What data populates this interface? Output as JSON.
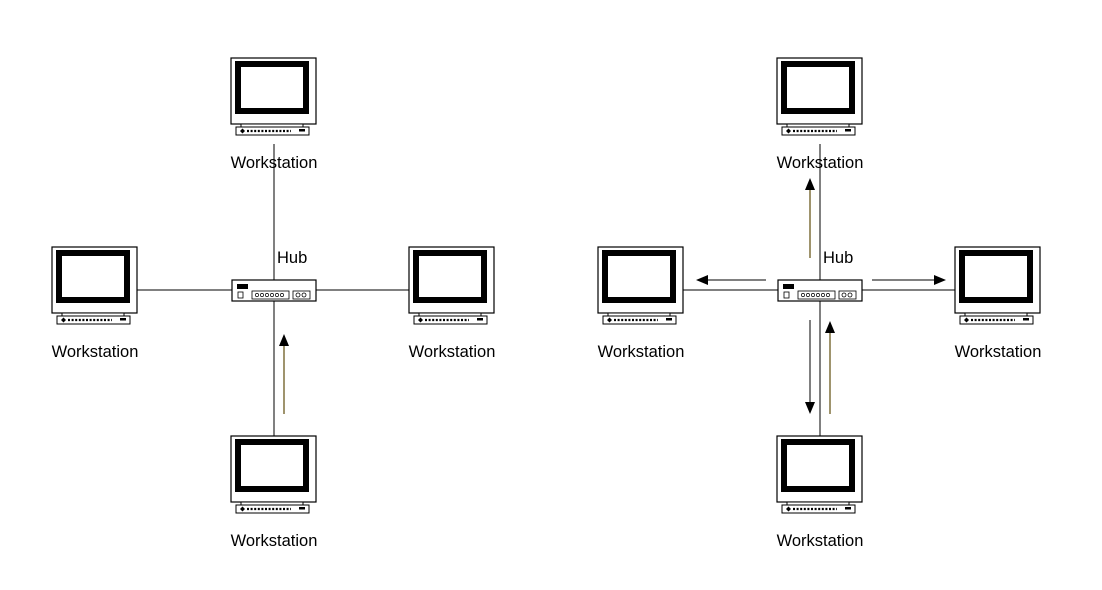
{
  "colors": {
    "line": "#000000",
    "incoming_arrow": "#6b5a1e",
    "background": "#ffffff"
  },
  "left_diagram": {
    "hub_label": "Hub",
    "workstations": {
      "top": "Workstation",
      "left": "Workstation",
      "right": "Workstation",
      "bottom": "Workstation"
    }
  },
  "right_diagram": {
    "hub_label": "Hub",
    "workstations": {
      "top": "Workstation",
      "left": "Workstation",
      "right": "Workstation",
      "bottom": "Workstation"
    }
  }
}
